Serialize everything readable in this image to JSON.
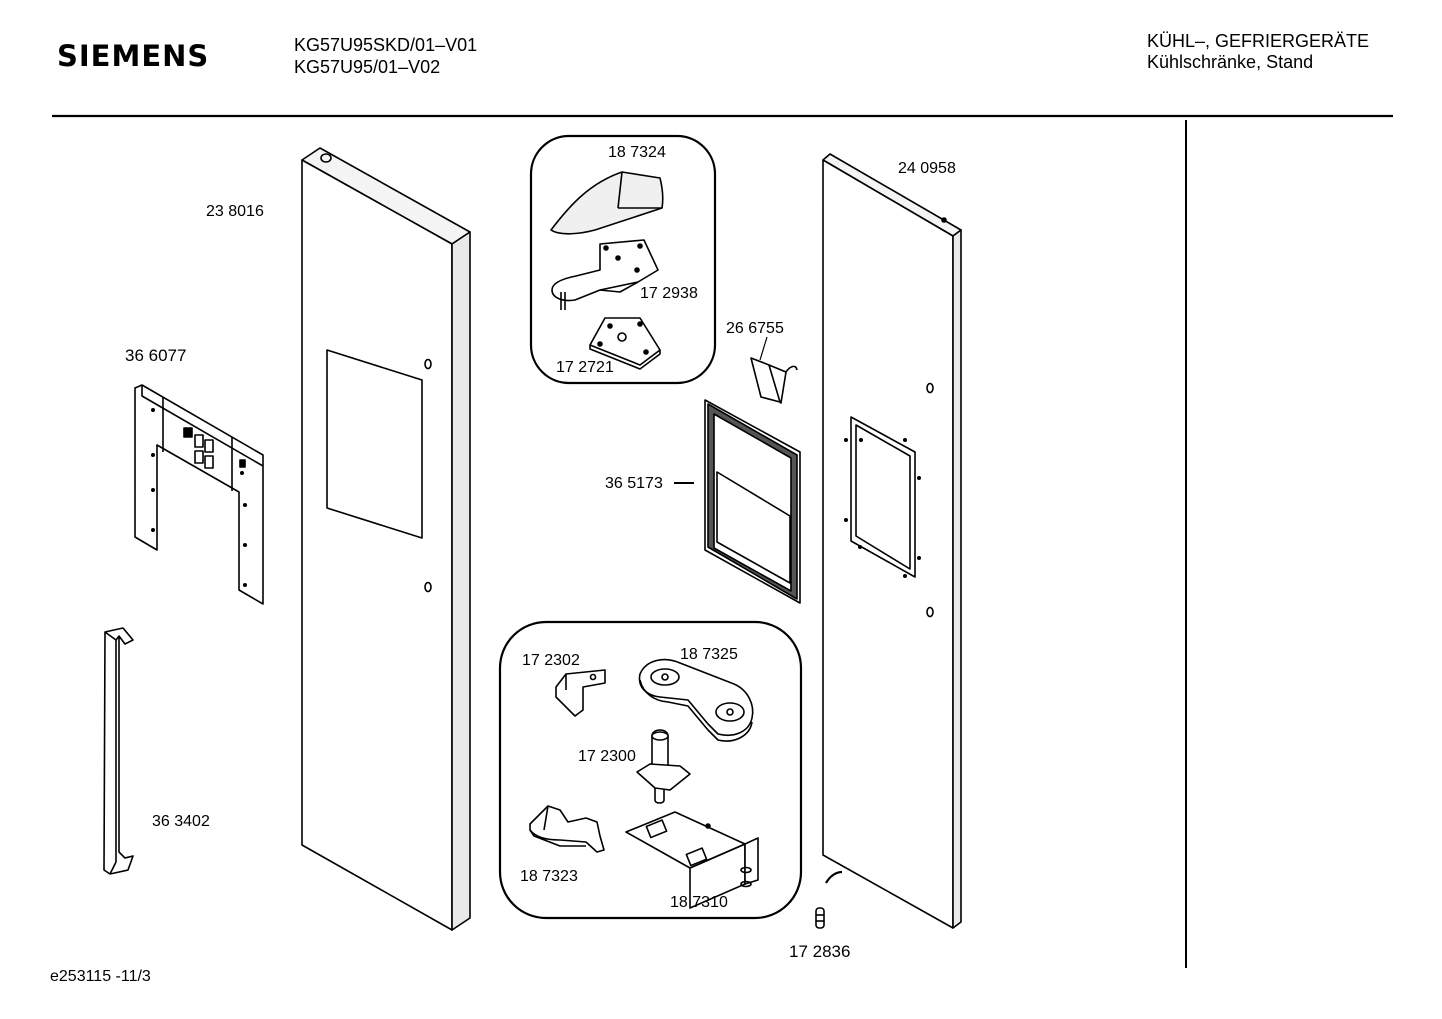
{
  "header": {
    "brand": "SIEMENS",
    "model_line_1": "KG57U95SKD/01–V01",
    "model_line_2": "KG57U95/01–V02",
    "category": "KÜHL–, GEFRIERGERÄTE",
    "subcategory": "Kühlschränke, Stand"
  },
  "parts": {
    "door_left": "23 8016",
    "control_panel": "36 6077",
    "handle": "36 3402",
    "hinge_cover": "18 7324",
    "hinge_plate": "17 2938",
    "hinge_shim": "17 2721",
    "switch": "26 6755",
    "frame": "36 5173",
    "door_right": "24 0958",
    "bracket_small": "17 2302",
    "hinge_bottom": "18 7325",
    "hinge_pin": "17 2300",
    "cover_bottom": "18 7323",
    "hinge_bracket": "18 7310",
    "pin": "17 2836"
  },
  "footer": {
    "doc_id": "e253115 -11/3"
  },
  "colors": {
    "ink": "#000000",
    "panel_fill": "#eeeeee",
    "dark_panel": "#555555",
    "background": "#ffffff"
  }
}
